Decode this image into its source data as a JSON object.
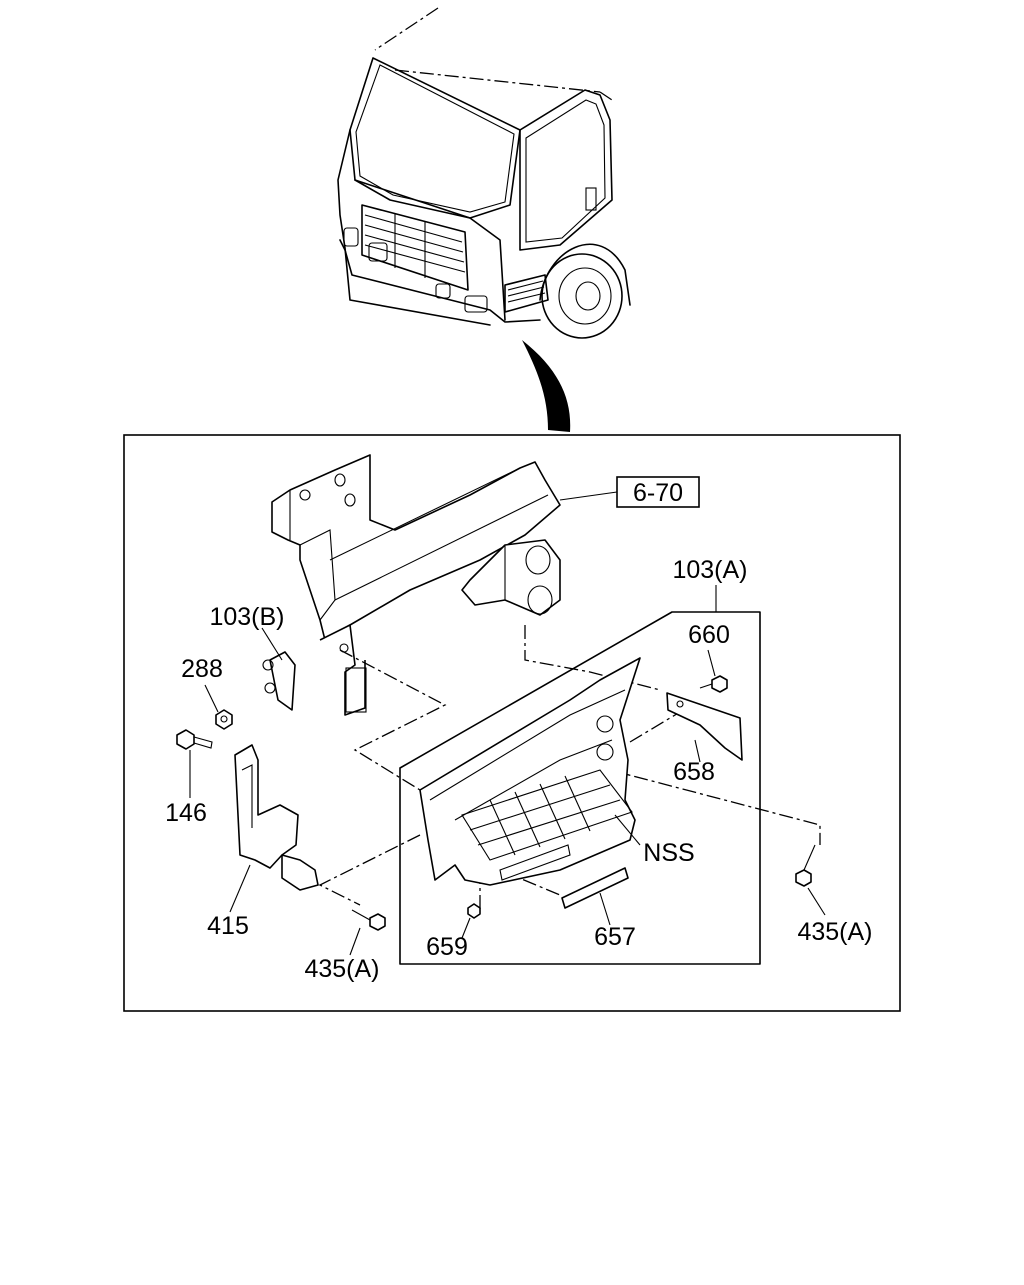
{
  "diagram": {
    "reference_box": "6-70",
    "labels": {
      "p103a": "103(A)",
      "p103b": "103(B)",
      "p660": "660",
      "p288": "288",
      "p658": "658",
      "p146": "146",
      "nss": "NSS",
      "p415": "415",
      "p435a_right": "435(A)",
      "p659": "659",
      "p657": "657",
      "p435a_left": "435(A)"
    }
  }
}
